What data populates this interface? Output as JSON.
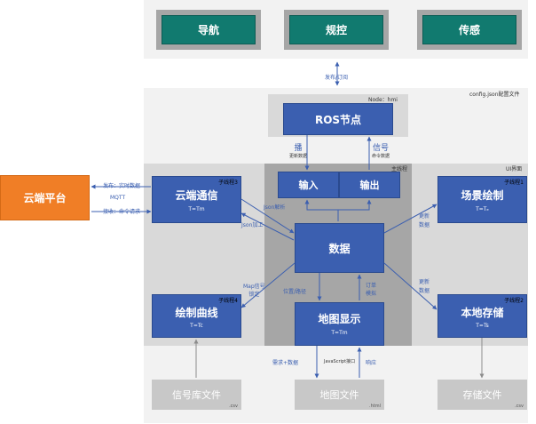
{
  "top_modules": {
    "navigation": "导航",
    "planning_control": "规控",
    "perception": "传感"
  },
  "publish_subscribe": "发布/订阅",
  "config_file": "config.json配置文件",
  "node_label": "Node：hmi",
  "ros_node": "ROS节点",
  "ros_down": {
    "title": "播",
    "sub": "更新数据"
  },
  "ros_up": {
    "title": "信号",
    "sub": "命令数据"
  },
  "main_thread": "主线程",
  "ui_interface": "UI界面",
  "input": "输入",
  "output": "输出",
  "cloud_platform": "云端平台",
  "cloud_links": {
    "publish": "发布：实时数据",
    "mqtt": "MQTT",
    "receive": "接收：命令请求"
  },
  "cloud_comm": {
    "title": "云端通信",
    "thread": "子线程3",
    "period": "T=Tm"
  },
  "scene_draw": {
    "title": "场景绘制",
    "thread": "子线程1",
    "period": "T=Tₑ"
  },
  "curve_draw": {
    "title": "绘制曲线",
    "thread": "子线程4",
    "period": "T=Tc"
  },
  "local_storage": {
    "title": "本地存储",
    "thread": "子线程2",
    "period": "T=Ts"
  },
  "data_box": "数据",
  "map_display": {
    "title": "地图显示",
    "period": "T=Tm"
  },
  "edge_labels": {
    "json_parse": "Json解析",
    "json_add": "Json加工",
    "update_data_1": "更新\n数据",
    "update_data_2": "更新\n数据",
    "map_signal": "Map信号\n锁定",
    "position_path": "位置/路径",
    "order_simulation": "订单\n模拟",
    "request_data": "需求+数据",
    "js_interface": "JavaScript接口",
    "response": "响应"
  },
  "files": {
    "signal_lib": {
      "title": "信号库文件",
      "ext": ".csv"
    },
    "map_file": {
      "title": "地图文件",
      "ext": ".html"
    },
    "storage_file": {
      "title": "存储文件",
      "ext": ".csv"
    }
  }
}
